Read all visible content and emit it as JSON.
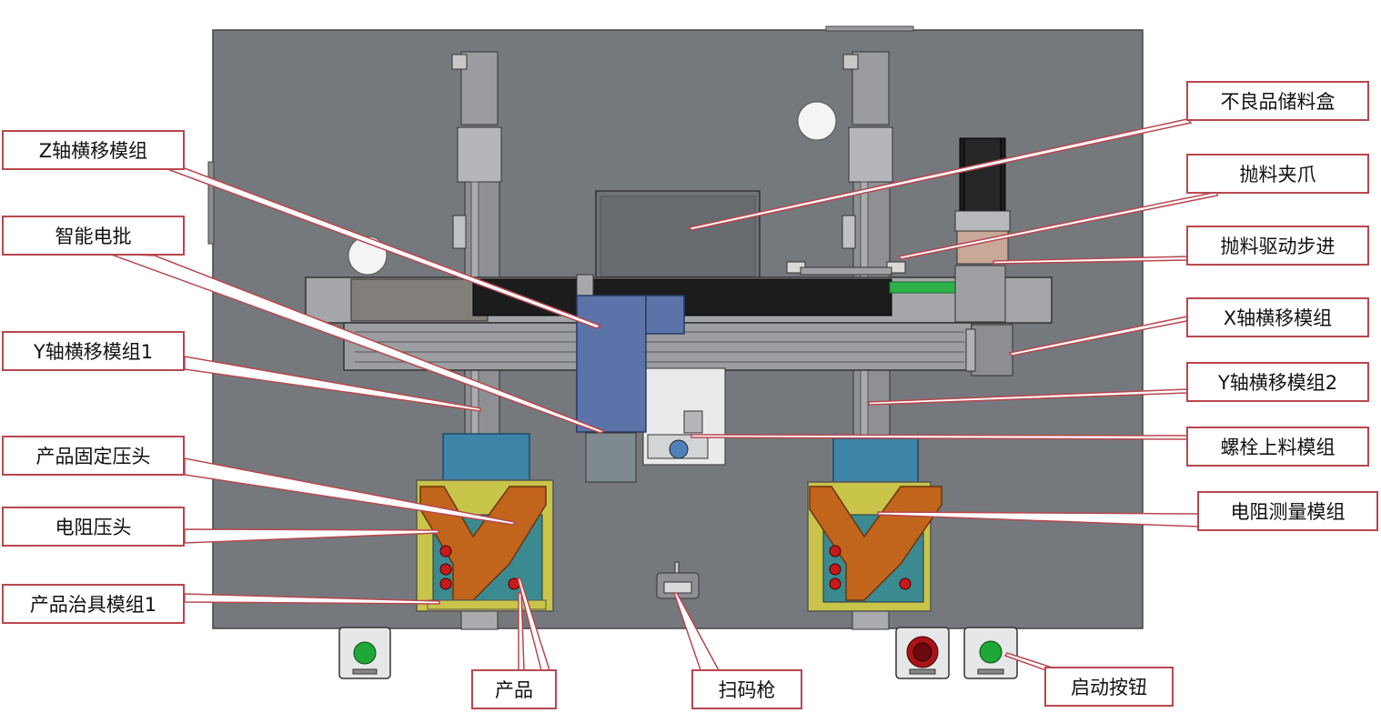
{
  "callouts": {
    "reject_box": "不良品储料盒",
    "z_axis": "Z轴横移模组",
    "throw_gripper": "抛料夹爪",
    "smart_screwdriver": "智能电批",
    "throw_stepper": "抛料驱动步进",
    "x_axis": "X轴横移模组",
    "y_axis_1": "Y轴横移模组1",
    "y_axis_2": "Y轴横移模组2",
    "bolt_feeder": "螺栓上料模组",
    "product_clamp": "产品固定压头",
    "resistance_measure": "电阻测量模组",
    "resistance_head": "电阻压头",
    "product_fixture": "产品治具模组1",
    "product": "产品",
    "scanner": "扫码枪",
    "start_button": "启动按钮"
  },
  "colors": {
    "base_plate": "#75787c",
    "leader_line": "#b8474f",
    "z_carriage": "#5b73a8",
    "fixture_blue": "#3e83a8",
    "fixture_yellow": "#c9c44a",
    "fixture_orange": "#c2651c",
    "drag_chain": "#1c1c1c",
    "green_strip": "#2db24a",
    "start_green": "#1fa838",
    "stop_red": "#a8141a"
  }
}
